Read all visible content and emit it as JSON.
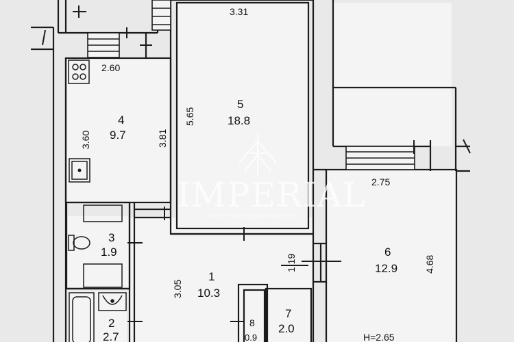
{
  "rooms": [
    {
      "id": "4",
      "number": "4",
      "area": "9.7"
    },
    {
      "id": "5",
      "number": "5",
      "area": "18.8"
    },
    {
      "id": "6",
      "number": "6",
      "area": "12.9"
    },
    {
      "id": "3",
      "number": "3",
      "area": "1.9"
    },
    {
      "id": "1",
      "number": "1",
      "area": "10.3"
    },
    {
      "id": "7",
      "number": "7",
      "area": "2.0"
    },
    {
      "id": "2",
      "number": "2",
      "area": "2.7"
    },
    {
      "id": "8",
      "number": "8",
      "area": "0.9"
    }
  ],
  "dimensions": {
    "room5_width": "3.31",
    "room4_width": "2.60",
    "room4_height": "3.60",
    "room4_right_height": "3.81",
    "room5_height": "5.65",
    "room6_width": "2.75",
    "room6_height": "4.68",
    "corridor_gap": "1.19",
    "room1_height": "3.05"
  },
  "ceiling_height": "H=2.65",
  "watermark": {
    "brand": "IMPERIAL",
    "tagline": "АГЕНТСТВО НЕДВИЖИМОСТИ"
  }
}
